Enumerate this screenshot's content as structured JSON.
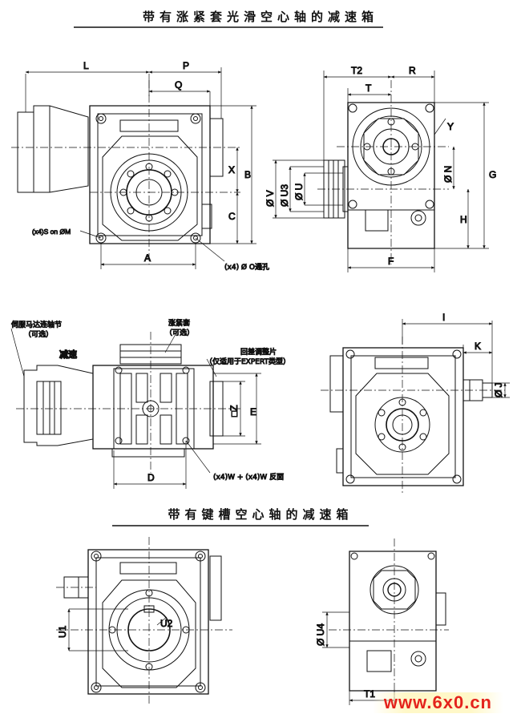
{
  "headings": {
    "shrink_disc": "带有涨紧套光滑空心轴的减速箱",
    "keyway": "带有键槽空心轴的减速箱"
  },
  "dimensions": {
    "L": "L",
    "P": "P",
    "Q": "Q",
    "X": "X",
    "B": "B",
    "C": "C",
    "A": "A",
    "T2": "T2",
    "R": "R",
    "T": "T",
    "Y": "Y",
    "V": "Ø V",
    "U3": "Ø U3",
    "U": "Ø U",
    "N": "Ø N",
    "G": "G",
    "H": "H",
    "F": "F",
    "Z": "□Z",
    "E": "E",
    "D": "D",
    "I": "I",
    "K": "K",
    "J": "Ø J",
    "U1": "U1",
    "U2": "U2",
    "U4": "Ø U4",
    "T1": "T1"
  },
  "notes": {
    "m_holes": "(x4)S on ØM",
    "o_holes": "(x4) Ø O通孔",
    "coupling_line1": "伺服马达连轴节",
    "coupling_line2": "（可选）",
    "reducer": "减速",
    "shrink_line1": "涨紧套",
    "shrink_line2": "（可选）",
    "backlash_line1": "回差调整片",
    "backlash_line2": "（仅适用于EXPERT类型）",
    "w_holes": "(x4)W + (x4)W 反面"
  },
  "watermark": "www.6x0.cn",
  "colors": {
    "watermark": "#e4231c",
    "line": "#111111"
  }
}
